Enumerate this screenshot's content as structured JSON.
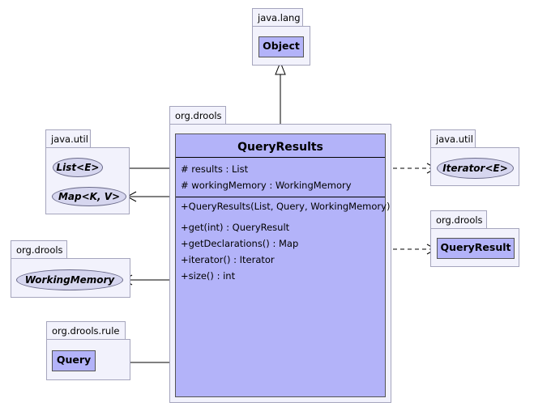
{
  "packages": {
    "java_lang_top": "java.lang",
    "org_drools_main": "org.drools",
    "java_util_left": "java.util",
    "java_util_right": "java.util",
    "org_drools_right": "org.drools",
    "org_drools_left": "org.drools",
    "org_drools_rule": "org.drools.rule"
  },
  "classes": {
    "object": "Object",
    "query_result": "QueryResult",
    "query": "Query"
  },
  "interfaces": {
    "list": "List<E>",
    "map": "Map<K, V>",
    "iterator": "Iterator<E>",
    "working_memory": "WorkingMemory"
  },
  "main_class": {
    "name": "QueryResults",
    "attributes": [
      "# results : List",
      "# workingMemory : WorkingMemory"
    ],
    "constructors": [
      "+QueryResults(List, Query, WorkingMemory)"
    ],
    "methods": [
      "+get(int) : QueryResult",
      "+getDeclarations() : Map",
      "+iterator() : Iterator",
      "+size() : int"
    ]
  }
}
